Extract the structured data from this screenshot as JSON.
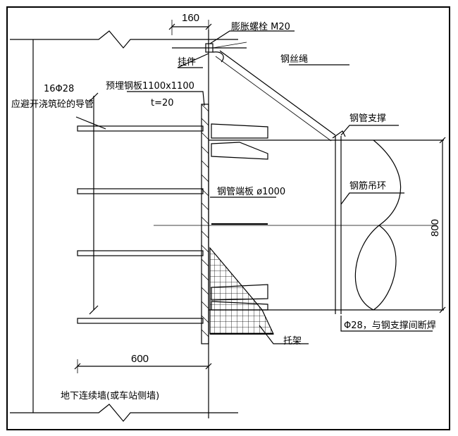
{
  "diagram": {
    "labels": {
      "expansion_bolt": "膨胀螺栓 M20",
      "hanger": "挂件",
      "wire_rope": "钢丝绳",
      "embedded_plate_line1": "预埋钢板1100x1100",
      "embedded_plate_line2": "t=20",
      "guide_pipe_line1": "16Φ28",
      "guide_pipe_line2": "应避开浇筑砼的导管",
      "steel_pipe_support": "钢管支撑",
      "pipe_end_plate": "钢管端板 ø1000",
      "rebar_hanging_ring": "钢筋吊环",
      "weld_note": "Φ28，与钢支撑间断焊",
      "bracket": "托架",
      "diaphragm_wall": "地下连续墙(或车站侧墙)"
    },
    "dimensions": {
      "top": "160",
      "bottom": "600",
      "right": "800"
    }
  }
}
